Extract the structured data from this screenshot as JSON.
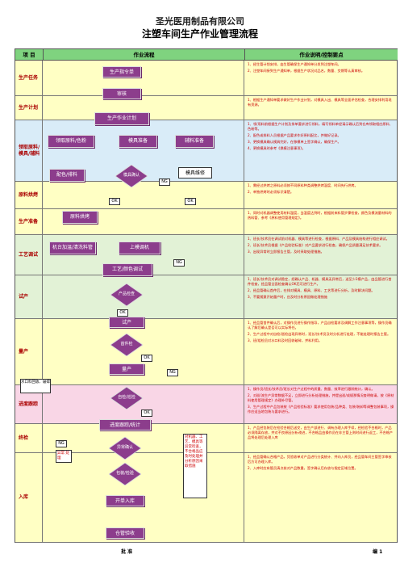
{
  "header": {
    "company": "圣光医用制品有限公司",
    "title": "注塑车间生产作业管理流程"
  },
  "columns": {
    "item": "项 目",
    "flow": "作业流程",
    "desc": "作业说明/控制要点"
  },
  "bands": [
    {
      "stage": "生产任务",
      "color": "#ffffc4",
      "desc": [
        "1、经生管计划安排，由生管确保生产通知单分发到注塑车间。",
        "2、注塑车间接到生产通知单，根据生产状况对品名，数量、交期等认真审核。"
      ]
    },
    {
      "stage": "生产计划",
      "color": "#ffffc4",
      "desc": [
        "1、根据生产通知单要求做好生产作业计划，对模具入出、模具等全面评估检查，合理安排利用现有资源。"
      ]
    },
    {
      "stage": "领取原料/模具/辅料",
      "color": "#d9ecf8",
      "desc": [
        "1、领/用料前根据生产计划及排单要求进行领料，填写领料单经请示确认后到仓库领取相应原料、色粉等。",
        "2、配色或排料人员根据产品要求作好原料配比，并做好记录。",
        "3、更换模具确认模具完好，在移模单上签字确认，确保生产。",
        "4、更换模具时参考《换模注意事项》。"
      ]
    },
    {
      "stage": "原料烘烤",
      "color": "#ffffc4",
      "desc": [
        "1、需经过烘烤之原料必须按不同原料种类调整烘烤温度、时间先行烘烤。",
        "2、单独烘烤时必须标识清楚。"
      ]
    },
    {
      "stage": "生产准备",
      "color": "#ffffc4",
      "desc": [
        "1、同时对机器调整使用材料温度，当温度达到时，根据前来料管步骤检查，颜色及模流量材料的热料管、参考《原料使用管理规定》。"
      ]
    },
    {
      "stage": "工艺调试",
      "color": "#e2f2d6",
      "desc": [
        "1、班长/技术员在调试前对机器、模具等进行检查，根据原料、产品及模具结构进行相应调试。",
        "2、班长/技术员根据《产品检验标准》对产品要求进行检查，确保产品质量满足技术要求。",
        "3、出现异常时立即报告主管，及时采取处理措施。"
      ]
    },
    {
      "stage": "试产",
      "color": "#e2f2d6",
      "desc": [
        "1、班长/技术员对调试稳定，经确认产品、机器、模具无异常后，送至少2模产品，由品管进行首件检查，经品管全面检查确认OK后可进行生产。",
        "2、经品管确认首件后，在排对模具、模具、原料、工艺等进行分析，及时解决问题。",
        "3、不要随意开始量产时，应及时分析原因做处理措施"
      ]
    },
    {
      "stage": "量产",
      "color": "#ffffc4",
      "desc": [
        "1、经品管首件确认后，对操作员进行操作指导，产品自检要求及调解工作注意事项等，操作员确认了解后确认是否可以实际将任。",
        "2、生产过程中对自检/巡检出现异常时，班长/技术员及时分析进行处理，不能处理时报告主管。",
        "3、班/组检员对水口料及时回收破碎，并料利用。"
      ]
    },
    {
      "stage": "进度跟踪",
      "color": "#f9d6e6",
      "desc": [
        "1、操作员/班长/技术员/班长对生产过程中的质量、数量、效率进行跟踪统计，确认。",
        "2、对巡/流生产异常数据不足，立即进行分析处理措施，并提出巡/成规那情况查明做请，按《原材料使用管理规定》办理补尽管。",
        "3、生产过程中产品包装按《产品检验标准》要求使用包装/品种类、包装/装卸等调整包装事项，操作应适当地包装与要求进行。"
      ]
    },
    {
      "stage": "终检",
      "color": "#ffffc4",
      "desc": [
        "1、产品经包装后在检验合格后送交，由生产部进行、调有办理入库手续，经检验不合格时，产品必须隔离存放，并对不良原因分析改进，不合格品由操作员在非主管上则时间进行返工，不合格产品将处理后处理入库"
      ]
    },
    {
      "stage": "入库",
      "color": "#ffffc4",
      "desc": [
        "1、经品管确认合格产品，凭验收单对产品进行分类统计、并向入库员，经品管车间主管签字审核后方可办理入库。",
        "2、入库时应有管员清点核对产品数量，签字确认后存放与指定区域位置。"
      ]
    }
  ],
  "flow": {
    "order": "生产指令单",
    "review": "审核",
    "plan": "生产作业计划",
    "pick_material": "领取原料/色粉",
    "mold_prep": "模具准备",
    "aux_prep": "辅料准备",
    "batching": "配色/排料",
    "mold_confirm": "模具确认",
    "mold_repair": "模具维修",
    "bake": "原料烘烤",
    "machine_clean": "机台加温/清洗料管",
    "mold_install": "上模调机",
    "process_debug": "工艺/颜色调试",
    "product_confirm": "产品检查",
    "trial": "试产",
    "first_article": "首件检",
    "mass": "量产",
    "self_check": "自检/巡检",
    "track": "进度跟踪/统计",
    "abnormal": "异常确认",
    "pack_check": "包装/检验",
    "warehouse": "开单入库",
    "stock_confirm": "仓管验收",
    "water_recycle": "水口料回收、破碎",
    "abnormal_label": "异常\n处理",
    "side_note": "对机器、工艺、模具等异常检查，不合格品应及时处理并分析原因采取措施",
    "ok": "OK",
    "ng": "NG"
  },
  "footer": {
    "approve": "批 准",
    "page": "编 1"
  }
}
